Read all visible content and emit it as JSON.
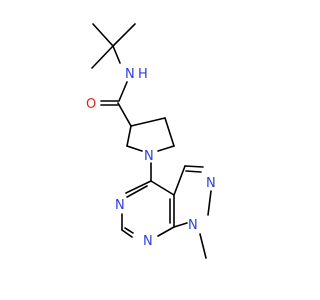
{
  "molecule": {
    "atoms": {
      "amide_nh_n": "N",
      "amide_nh_h": "H",
      "carbonyl_o": "O",
      "pyrrolidine_n": "N",
      "pyrimidine_n3": "N",
      "pyrimidine_n1": "N",
      "pyrazole_n2": "N",
      "pyrazole_n1": "N"
    },
    "colors": {
      "nitrogen": "#2f3ddb",
      "oxygen": "#e0231b",
      "carbon_bond": "#000000"
    }
  }
}
